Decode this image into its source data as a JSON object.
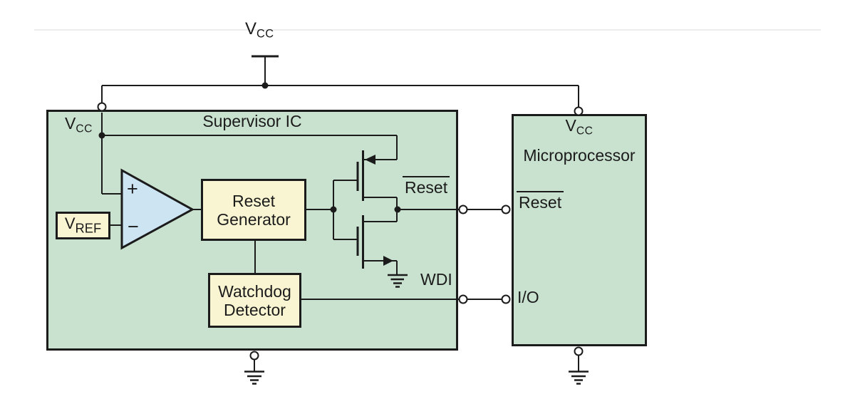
{
  "colors": {
    "block_fill_green": "#c9e1cf",
    "block_fill_cream": "#f9f5d2",
    "comparator_fill_blue": "#cde4f3",
    "line": "#1b1b1b"
  },
  "supply": {
    "vcc": {
      "main": "V",
      "sub": "CC"
    }
  },
  "supervisor_ic": {
    "title": "Supervisor IC",
    "vcc_pin": {
      "main": "V",
      "sub": "CC"
    },
    "vref_block": {
      "main": "V",
      "sub": "REF"
    },
    "comparator": {
      "plus": "+",
      "minus": "−"
    },
    "reset_generator": {
      "line1": "Reset",
      "line2": "Generator"
    },
    "watchdog_detector": {
      "line1": "Watchdog",
      "line2": "Detector"
    },
    "reset_output_label": "Reset",
    "wdi_output_label": "WDI"
  },
  "microprocessor": {
    "vcc_pin": {
      "main": "V",
      "sub": "CC"
    },
    "title": "Microprocessor",
    "reset_input_label": "Reset",
    "io_pin_label": "I/O"
  }
}
